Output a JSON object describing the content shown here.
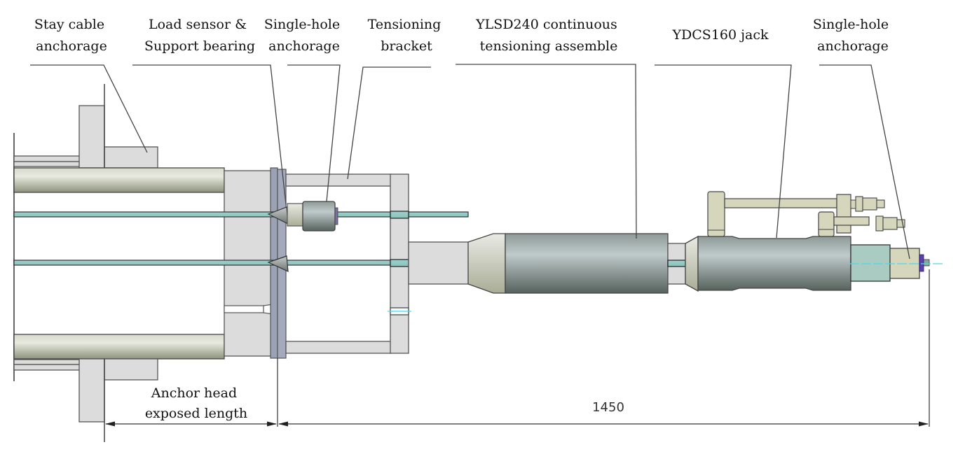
{
  "figure": {
    "title": "Tensioning device assembly for stay cable anchorage",
    "labels": [
      {
        "id": "stay-cable-anchorage",
        "lines": [
          "Stay cable",
          "anchorage"
        ]
      },
      {
        "id": "load-sensor-support-bearing",
        "lines": [
          "Load sensor &",
          "Support bearing"
        ]
      },
      {
        "id": "single-hole-anchorage-1",
        "lines": [
          "Single-hole",
          "anchorage"
        ]
      },
      {
        "id": "tensioning-bracket",
        "lines": [
          "Tensioning",
          "bracket"
        ]
      },
      {
        "id": "ylsd240-assembly",
        "lines": [
          "YLSD240 continuous",
          "tensioning assemble"
        ]
      },
      {
        "id": "ydcs160-jack",
        "lines": [
          "YDCS160 jack"
        ]
      },
      {
        "id": "single-hole-anchorage-2",
        "lines": [
          "Single-hole",
          "anchorage"
        ]
      }
    ],
    "dimensions": {
      "anchor_head": {
        "lines": [
          "Anchor head",
          "exposed length"
        ]
      },
      "total_length": {
        "value": "1450"
      }
    },
    "colors": {
      "steel_gray": "#dcdcdc",
      "strand_teal": "#6fb3b3",
      "olive_pipe": "#a8ad98",
      "cylinder_dark": "#7c8a86",
      "bearing_plate": "#9aa2b3",
      "hydraulic_tan": "#d6d6bc",
      "centerline_cyan": "#4fd8e8",
      "nut_purple": "#5b3fb3"
    }
  }
}
